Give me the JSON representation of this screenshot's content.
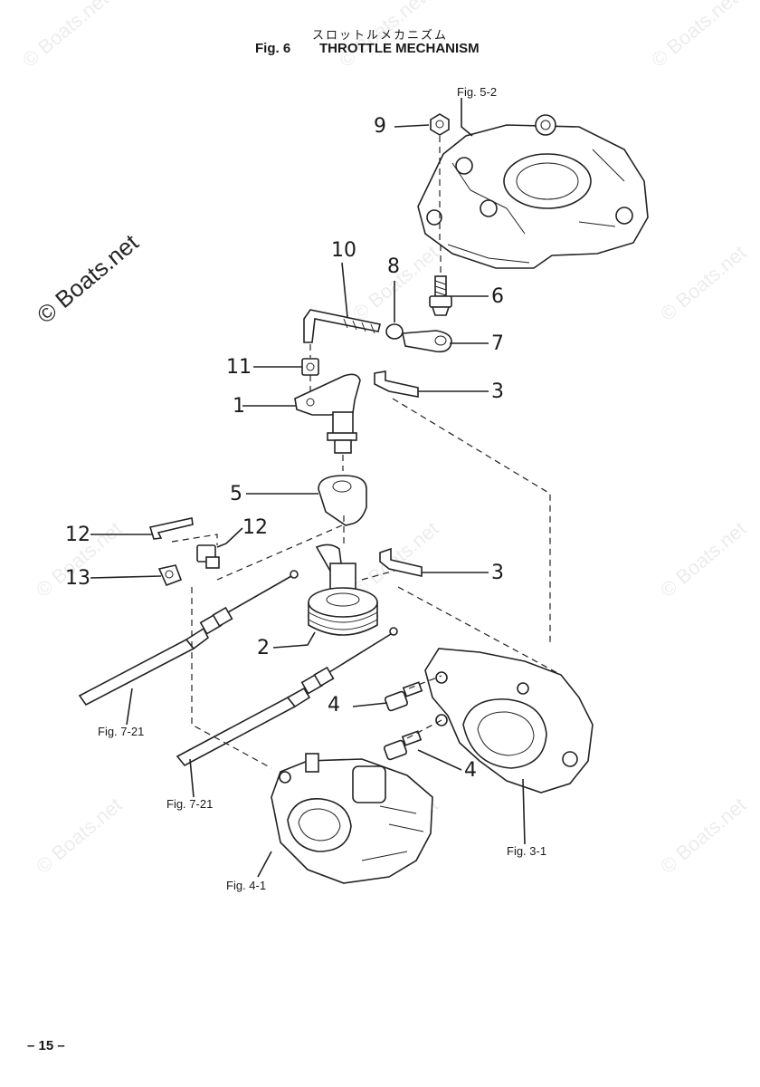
{
  "header": {
    "title_jp": "スロットルメカニズム",
    "fig_label": "Fig. 6",
    "title": "THROTTLE MECHANISM"
  },
  "callouts": [
    "9",
    "10",
    "8",
    "6",
    "7",
    "11",
    "1",
    "3",
    "5",
    "12",
    "12",
    "13",
    "3",
    "2",
    "4",
    "4"
  ],
  "refs": [
    "Fig. 5-2",
    "Fig. 7-21",
    "Fig. 7-21",
    "Fig. 3-1",
    "Fig. 4-1"
  ],
  "page_number": "– 15 –",
  "watermark": "© Boats.net"
}
